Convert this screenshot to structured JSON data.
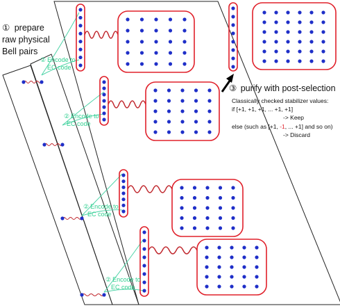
{
  "step1": {
    "marker": "①",
    "lines": [
      "prepare",
      "raw physical",
      "Bell pairs"
    ]
  },
  "encode_labels": [
    {
      "marker": "②",
      "lines": [
        "Encode to",
        "EC code"
      ]
    },
    {
      "marker": "②",
      "lines": [
        "Encode to",
        "EC  code"
      ]
    },
    {
      "marker": "②",
      "lines": [
        "Encode to",
        "EC code"
      ]
    },
    {
      "marker": "②",
      "lines": [
        "Encode to",
        "EC code"
      ]
    }
  ],
  "step3": {
    "marker": "③",
    "text": "purify with post-selection"
  },
  "rule": {
    "intro": "Classically checked stabilizer values:",
    "if_text": "if [+1, +1, +1, ... +1, +1]",
    "keep": "-> Keep",
    "else_prefix": "else (such as [+1, ",
    "else_highlight": "-1",
    "else_suffix": ", ... +1] and so on)",
    "discard": "-> Discard"
  },
  "colors": {
    "outline": "#222222",
    "qubit": "#1f2fc8",
    "block_border": "#e0202a",
    "wire": "#c0272d",
    "encode_line": "#4fd4a8",
    "encode_text": "#2fcf8f",
    "highlight": "#e0202a"
  }
}
